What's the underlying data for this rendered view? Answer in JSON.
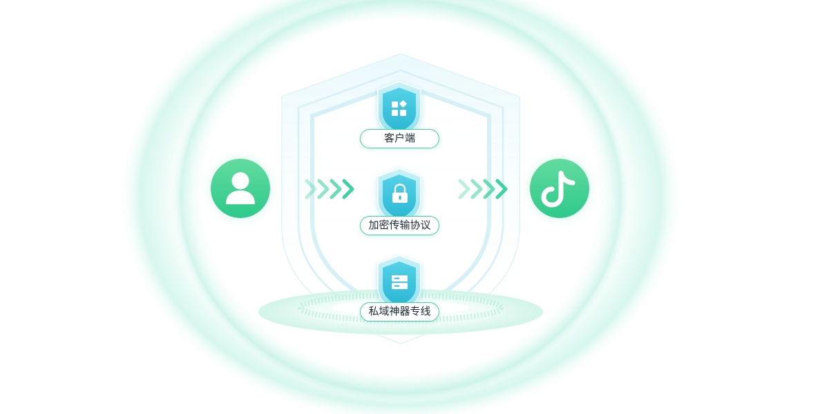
{
  "nodes": {
    "user": {
      "icon": "user-icon"
    },
    "app": {
      "icon": "tiktok-icon"
    },
    "shields": [
      {
        "label": "客户端",
        "icon": "apps-grid-icon"
      },
      {
        "label": "加密传输协议",
        "icon": "lock-icon"
      },
      {
        "label": "私域神器专线",
        "icon": "server-icon"
      }
    ]
  },
  "arrows": {
    "left": {
      "icon": "chevrons-right-icon",
      "count": 4
    },
    "right": {
      "icon": "chevrons-right-icon",
      "count": 4
    }
  },
  "colors": {
    "accent": "#3fd1a0",
    "accent_dark": "#1fb58a",
    "shield_cyan": "#41c6e0",
    "shield_light": "#a8ecf5",
    "glow": "#d6f7ee",
    "text": "#1e2a33",
    "background": "#ffffff"
  }
}
